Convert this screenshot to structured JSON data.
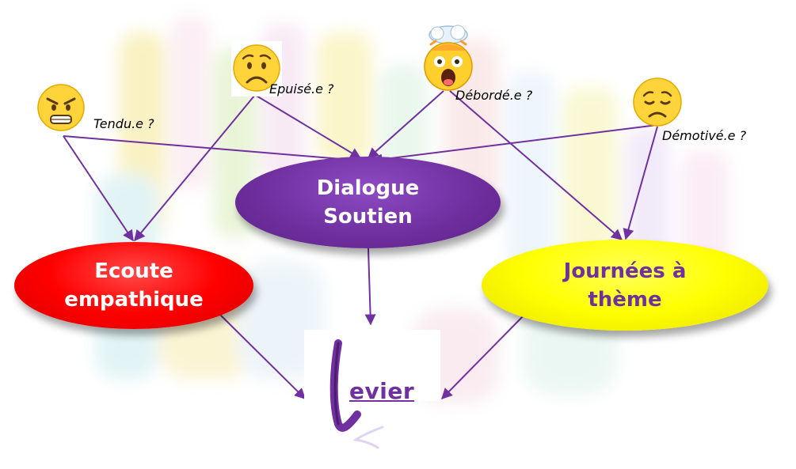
{
  "nodes": {
    "dialogue": [
      "Dialogue",
      "Soutien"
    ],
    "ecoute": [
      "Ecoute",
      "empathique"
    ],
    "journees": [
      "Journées à",
      "thème"
    ]
  },
  "emotions": {
    "tendu": "Tendu.e ?",
    "epuise": "Epuisé.e ?",
    "deborde": "Débordé.e ?",
    "demotive": "Démotivé.e ?"
  },
  "icons": {
    "tendu": "angry-face-icon",
    "epuise": "worried-face-icon",
    "deborde": "exploding-head-face-icon",
    "demotive": "disappointed-face-icon"
  },
  "levier": {
    "rest": "evier"
  },
  "colors": {
    "arrow": "#7030a0",
    "dialogue": "#7030a0",
    "ecoute": "#ff0000",
    "journees": "#ffff00",
    "journees_text": "#7030a0",
    "emoji": "#ffd43a"
  }
}
